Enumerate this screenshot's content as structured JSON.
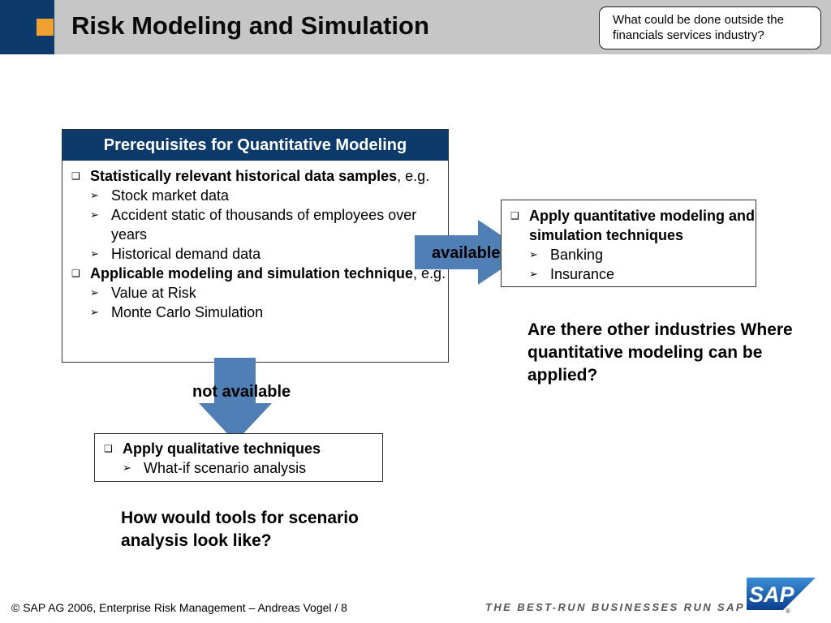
{
  "header": {
    "title": "Risk Modeling and Simulation",
    "callout": "What could be done outside the financials services industry?"
  },
  "prereq": {
    "heading": "Prerequisites for Quantitative Modeling",
    "item1_bold": "Statistically relevant historical data samples",
    "item1_rest": ", e.g.",
    "item1_subs": [
      "Stock market data",
      "Accident static of thousands of employees over years",
      "Historical demand data"
    ],
    "item2_bold": "Applicable modeling and simulation technique",
    "item2_rest": ", e.g.",
    "item2_subs": [
      "Value at Risk",
      "Monte Carlo Simulation"
    ]
  },
  "quantitative": {
    "heading": "Apply quantitative modeling and simulation techniques",
    "subs": [
      "Banking",
      "Insurance"
    ]
  },
  "qualitative": {
    "heading": "Apply qualitative techniques",
    "subs": [
      "What-if scenario analysis"
    ]
  },
  "arrows": {
    "available": "available",
    "not_available": "not available"
  },
  "questions": {
    "industries": "Are there other industries Where quantitative modeling can be applied?",
    "tools": "How would tools for scenario analysis look like?"
  },
  "footer": {
    "copyright": "© SAP AG 2006, Enterprise Risk Management – Andreas Vogel / 8",
    "tagline": "THE BEST-RUN BUSINESSES RUN SAP",
    "logo_text": "SAP"
  },
  "colors": {
    "navy": "#0b3a6b",
    "header_gray": "#c6c6c6",
    "accent_orange": "#f0a030",
    "arrow_blue": "#4f7fb5"
  }
}
